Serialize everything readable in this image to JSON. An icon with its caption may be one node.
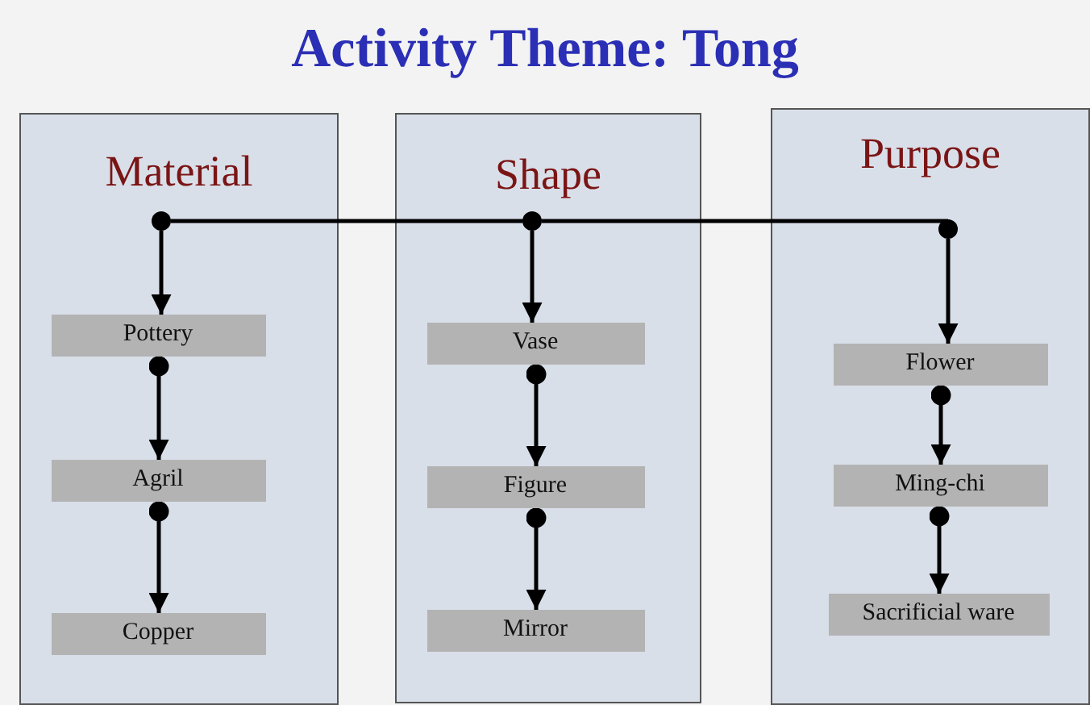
{
  "diagram": {
    "title": "Activity Theme: Tong",
    "nodes": [
      {
        "text": [
          "Material"
        ]
      },
      {
        "text": [
          "Pottery"
        ],
        "in": 0
      },
      {
        "text": [
          "Agril"
        ],
        "in": 0
      },
      {
        "text": [
          "Copper"
        ],
        "in": 0
      },
      {
        "text": [
          "Shape"
        ]
      },
      {
        "text": [
          "Vase"
        ],
        "in": 4
      },
      {
        "text": [
          "Figure"
        ],
        "in": 4
      },
      {
        "text": [
          "Mirror"
        ],
        "in": 4
      },
      {
        "text": [
          "Purpose"
        ]
      },
      {
        "text": [
          "Flower"
        ],
        "in": 8
      },
      {
        "text": [
          "Ming-chi"
        ],
        "in": 8
      },
      {
        "text": [
          "Sacrificial ware"
        ],
        "in": 8
      },
      {
        "text": [],
        "shape": "circle",
        "in": 0
      },
      {
        "text": [],
        "shape": "circle",
        "in": 4
      },
      {
        "text": [],
        "shape": "circle",
        "in": 8
      }
    ],
    "edges": [
      {
        "from": 12,
        "to": 13,
        "arrow": "none"
      },
      {
        "from": 13,
        "to": 14,
        "arrow": "none"
      },
      {
        "from": 12,
        "to": 1,
        "arrow": "to"
      },
      {
        "from": 1,
        "to": 2,
        "arrow": "to"
      },
      {
        "from": 2,
        "to": 3,
        "arrow": "to"
      },
      {
        "from": 13,
        "to": 5,
        "arrow": "to"
      },
      {
        "from": 5,
        "to": 6,
        "arrow": "to"
      },
      {
        "from": 6,
        "to": 7,
        "arrow": "to"
      },
      {
        "from": 14,
        "to": 9,
        "arrow": "to"
      },
      {
        "from": 9,
        "to": 10,
        "arrow": "to"
      },
      {
        "from": 10,
        "to": 11,
        "arrow": "to"
      }
    ]
  }
}
